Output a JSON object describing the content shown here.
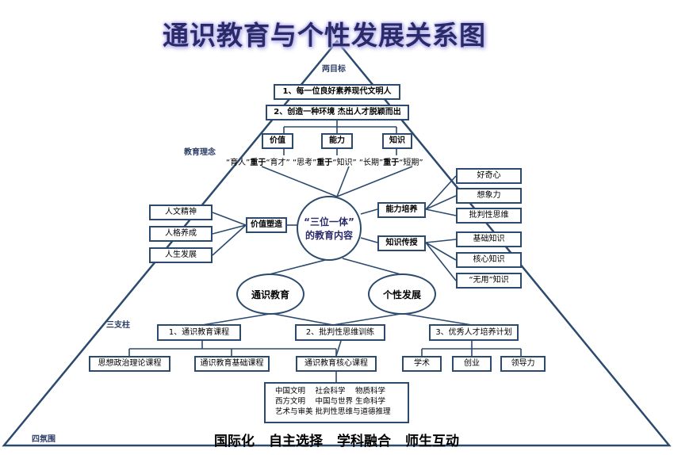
{
  "title": "通识教育与个性发展关系图",
  "labels": {
    "goals": "两目标",
    "concept": "教育理念",
    "pillars": "三支柱",
    "atmosphere": "四氛围"
  },
  "goals": [
    "1、每一位良好素养现代文明人",
    "2、创造一种环境 杰出人才脱颖而出"
  ],
  "values": [
    "价值",
    "能力",
    "知识"
  ],
  "comparison": [
    {
      "a": "“育人”",
      "mid": "重于",
      "b": "“育才”"
    },
    {
      "a": "“思考”",
      "mid": "重于",
      "b": "“知识”"
    },
    {
      "a": "“长期”",
      "mid": "重于",
      "b": "“短期”"
    }
  ],
  "center": {
    "line1": "“三位一体”",
    "line2": "的教育内容"
  },
  "value_shaping": {
    "label": "价值塑造",
    "items": [
      "人文精神",
      "人格养成",
      "人生发展"
    ]
  },
  "ability": {
    "label": "能力培养",
    "items": [
      "好奇心",
      "想象力",
      "批判性思维"
    ]
  },
  "knowledge": {
    "label": "知识传授",
    "items": [
      "基础知识",
      "核心知识",
      "“无用”知识"
    ]
  },
  "general_edu": "通识教育",
  "personal_dev": "个性发展",
  "pillars": [
    "1、通识教育课程",
    "2、批判性思维训练",
    "3、优秀人才培养计划"
  ],
  "courses": [
    "思想政治理论课程",
    "通识教育基础课程",
    "通识教育核心课程"
  ],
  "talent": [
    "学术",
    "创业",
    "领导力"
  ],
  "core_courses": [
    "中国文明　  社会科学　  物质科学",
    "西方文明　  中国与世界  生命科学",
    "艺术与审美  批判性思维与道德推理"
  ],
  "atmosphere": [
    "国际化",
    "自主选择",
    "学科融合",
    "师生互动"
  ]
}
